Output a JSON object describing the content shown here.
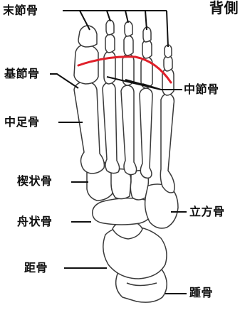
{
  "title": "背側",
  "labels": {
    "distal_phalanx": "末節骨",
    "proximal_phalanx": "基節骨",
    "middle_phalanx": "中節骨",
    "metatarsal": "中足骨",
    "cuneiform": "楔状骨",
    "cuboid": "立方骨",
    "navicular": "舟状骨",
    "talus": "距骨",
    "calcaneus": "踵骨"
  },
  "colors": {
    "outline": "#3a3a3a",
    "bone_fill": "#ffffff",
    "highlight": "#e0202a",
    "leader": "#111111"
  }
}
